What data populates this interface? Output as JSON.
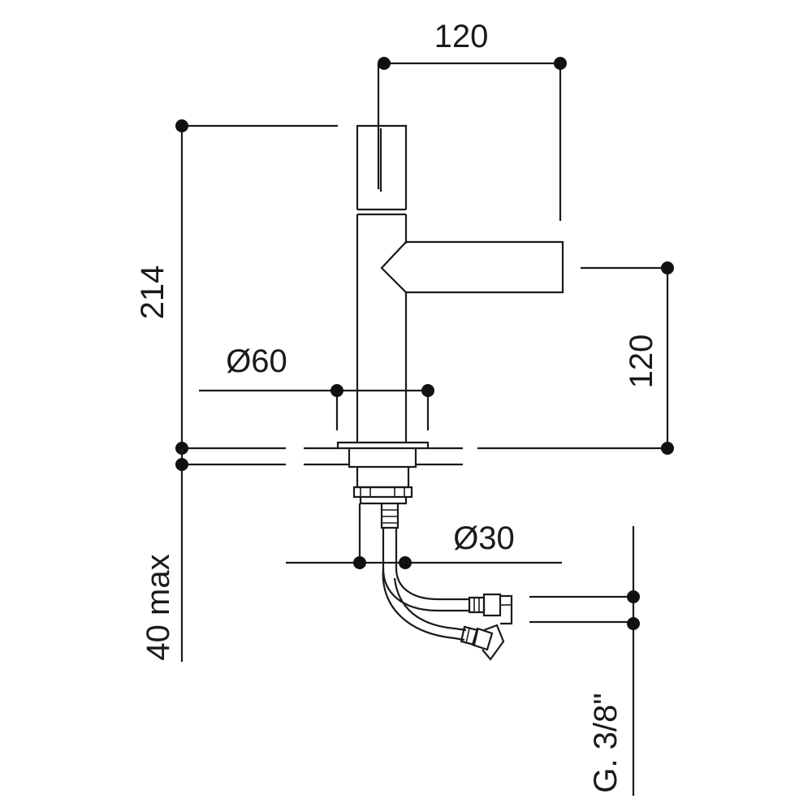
{
  "dimensions": {
    "spout_reach": "120",
    "total_height": "214",
    "spout_height": "120",
    "base_diameter": "Ø60",
    "shank_diameter": "Ø30",
    "counter_thickness": "40 max",
    "connection_thread": "G. 3/8\""
  },
  "colors": {
    "stroke": "#1a1a1a",
    "background": "#ffffff"
  }
}
